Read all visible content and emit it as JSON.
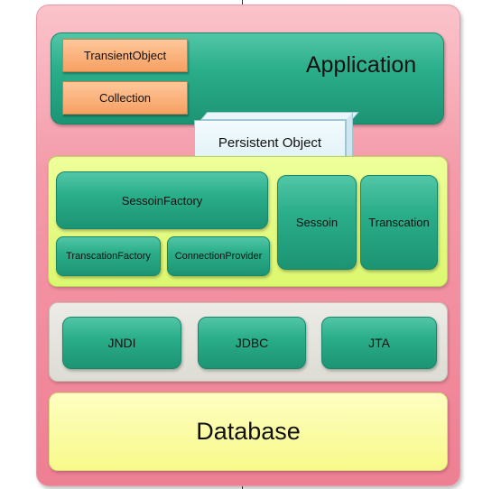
{
  "application": {
    "title": "Application",
    "objects": [
      "TransientObject",
      "Collection"
    ]
  },
  "persistent_object": "Persistent Object",
  "hibernate_layer": {
    "session_factory": "SessoinFactory",
    "transaction_factory": "TranscationFactory",
    "connection_provider": "ConnectionProvider",
    "session": "Sessoin",
    "transaction": "Transcation"
  },
  "api_layer": {
    "items": [
      "JNDI",
      "JDBC",
      "JTA"
    ]
  },
  "database": "Database",
  "colors": {
    "outer": "#f49aa9",
    "component": "#2bae8a",
    "object": "#f6a062",
    "hibernate_panel": "#dcf76f",
    "api_panel": "#dddcd4",
    "database": "#f8f98a"
  }
}
